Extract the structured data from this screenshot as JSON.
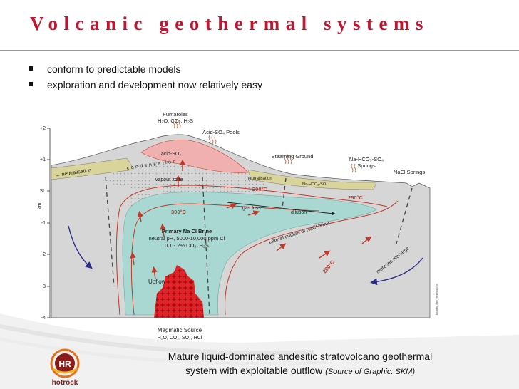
{
  "slide": {
    "title": "Volcanic geothermal systems",
    "bullets": [
      "conform to predictable models",
      "exploration and development now relatively  easy"
    ],
    "caption": {
      "line1": "Mature liquid-dominated andesitic stratovolcano geothermal",
      "line2": "system with exploitable outflow",
      "source": "(Source of Graphic: SKM)"
    },
    "logo": {
      "text": "hotrock",
      "initials": "HR",
      "brand_color": "#e8701a"
    }
  },
  "diagram": {
    "y_axis": {
      "unit_label": "km",
      "ticks": [
        "+2",
        "+1",
        "SL",
        "-1",
        "-2",
        "-3",
        "-4"
      ]
    },
    "labels": {
      "fumaroles": "Fumaroles",
      "fumaroles_gas": "H₂O, CO₂, H₂S",
      "acid_pools": "Acid-SO₄ Pools",
      "steaming_ground": "Steaming Ground",
      "na_hco3_springs_1": "Na-HCO₃-SO₄",
      "na_hco3_springs_2": "Springs",
      "nacl_springs": "NaCl Springs",
      "acid_so4": "acid-SO₄",
      "condensation": "condensation",
      "vapour_zone": "vapour zone",
      "neutralisation_left": "← neutralisation",
      "neutralisation_right": "neutralisation",
      "na_hco3_so4_zone": "Na-HCO₃-SO₄",
      "t200_top": "200°C",
      "t250": "250°C",
      "t300": "300°C",
      "t200_lower": "200°C",
      "gas_loss": "gas loss",
      "dilution": "dilution",
      "lateral_outflow": "Lateral outflow of NaCl brine",
      "brine_title": "Primary Na Cl Brine",
      "brine_line2": "neutral pH, 5000-10,000 ppm Cl",
      "brine_line3": "0.1 - 2% CO₂, H₂S",
      "upflow": "Upflow",
      "meteoric_recharge": "meteoric recharge",
      "magmatic_source": "Magmatic Source",
      "magmatic_gas": "H₂O, CO₂, SO₂, HCl",
      "credit": "Modified after Henley & Ellis"
    },
    "colors": {
      "brine": "#a9d8d2",
      "host_rock": "#d6d6d6",
      "acid_zone": "#f0b0b0",
      "condensate": "#d8d49a",
      "magma": "#e0242a",
      "isotherm": "#c0392b",
      "arrow": "#2b2b8a",
      "title_red": "#c0152f"
    }
  }
}
